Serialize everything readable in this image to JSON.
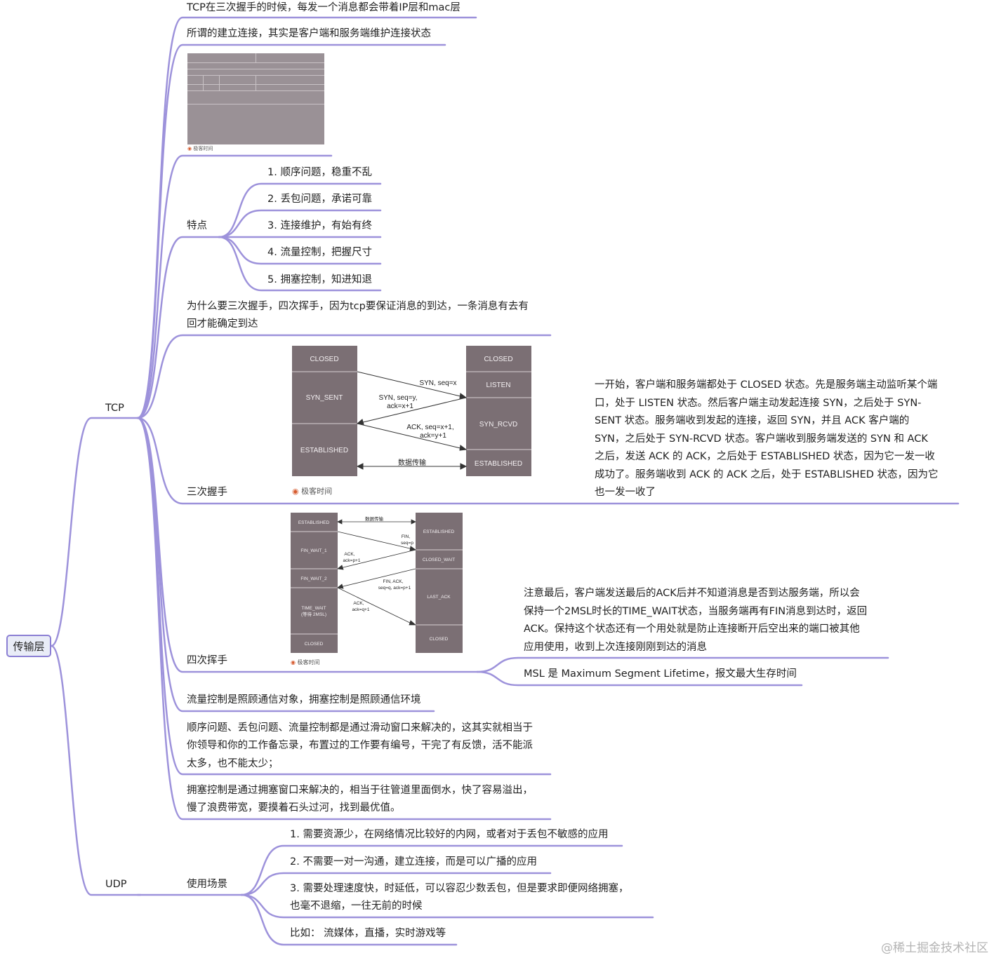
{
  "root": "传输层",
  "tcp": {
    "label": "TCP",
    "n1": "TCP在三次握手的时候，每发一个消息都会带着IP层和mac层",
    "n2": "所谓的建立连接，其实是客户端和服务端维护连接状态",
    "features_label": "特点",
    "features": [
      "1. 顺序问题，稳重不乱",
      "2. 丢包问题，承诺可靠",
      "3. 连接维护，有始有终",
      "4. 流量控制，把握尺寸",
      "5. 拥塞控制，知进知退"
    ],
    "why": [
      "为什么要三次握手，四次挥手，因为tcp要保证消息的到达，一条消息有去有",
      "回才能确定到达"
    ],
    "three_label": "三次握手",
    "three_note": [
      "一开始，客户端和服务端都处于 CLOSED 状态。先是服务端主动监听某个端",
      "口，处于 LISTEN 状态。然后客户端主动发起连接 SYN，之后处于 SYN-",
      "SENT 状态。服务端收到发起的连接，返回 SYN，并且 ACK 客户端的",
      "SYN，之后处于 SYN-RCVD 状态。客户端收到服务端发送的 SYN 和 ACK",
      "之后，发送 ACK 的 ACK，之后处于 ESTABLISHED 状态，因为它一发一收",
      "成功了。服务端收到 ACK 的 ACK 之后，处于 ESTABLISHED 状态，因为它",
      "也一发一收了"
    ],
    "four_label": "四次挥手",
    "four_note": [
      "注意最后，客户端发送最后的ACK后并不知道消息是否到达服务端，所以会",
      "保持一个2MSL时长的TIME_WAIT状态，当服务端再有FIN消息到达时，返回",
      "ACK。保持这个状态还有一个用处就是防止连接断开后空出来的端口被其他",
      "应用使用，收到上次连接刚刚到达的消息"
    ],
    "msl": "MSL 是 Maximum Segment Lifetime，报文最大生存时间",
    "flow_vs": "流量控制是照顾通信对象，拥塞控制是照顾通信环境",
    "window": [
      "顺序问题、丢包问题、流量控制都是通过滑动窗口来解决的，这其实就相当于",
      "你领导和你的工作备忘录，布置过的工作要有编号，干完了有反馈，活不能派",
      "太多，也不能太少；"
    ],
    "congest": [
      "拥塞控制是通过拥塞窗口来解决的，相当于往管道里面倒水，快了容易溢出，",
      "慢了浪费带宽，要摸着石头过河，找到最优值。"
    ]
  },
  "udp": {
    "label": "UDP",
    "scene_label": "使用场景",
    "s1": "1. 需要资源少，在网络情况比较好的内网，或者对于丢包不敏感的应用",
    "s2": "2. 不需要一对一沟通，建立连接，而是可以广播的应用",
    "s3": [
      "3. 需要处理速度快，时延低，可以容忍少数丢包，但是要求即便网络拥塞，",
      "也毫不退缩，一往无前的时候"
    ],
    "s4": "比如： 流媒体，直播，实时游戏等"
  },
  "handshake3": {
    "client": [
      "CLOSED",
      "SYN_SENT",
      "ESTABLISHED"
    ],
    "server": [
      "CLOSED",
      "LISTEN",
      "SYN_RCVD",
      "ESTABLISHED"
    ],
    "m1": "SYN, seq=x",
    "m2": [
      "SYN, seq=y,",
      "ack=x+1"
    ],
    "m3": [
      "ACK, seq=x+1,",
      "ack=y+1"
    ],
    "data": "数据传输",
    "logo": "极客时间"
  },
  "handshake4": {
    "client": [
      "ESTABLISHED",
      "FIN_WAIT_1",
      "FIN_WAIT_2",
      "TIME_WAIT",
      "(等待 2MSL)",
      "CLOSED"
    ],
    "server": [
      "ESTABLISHED",
      "CLOSED_WAIT",
      "LAST_ACK",
      "CLOSED"
    ],
    "data": "数据传输",
    "m1": [
      "FIN,",
      "seq=p"
    ],
    "m2": [
      "ACK,",
      "ack=p+1"
    ],
    "m3": [
      "FIN, ACK,",
      "seq=q, ack=p+1"
    ],
    "m4": [
      "ACK,",
      "ack=q+1"
    ],
    "logo": "极客时间"
  },
  "watermark": "@稀土掘金技术社区",
  "colors": {
    "branch": "#9d92db",
    "box": "#7b6f74",
    "box_border": "#d8d2d5"
  }
}
